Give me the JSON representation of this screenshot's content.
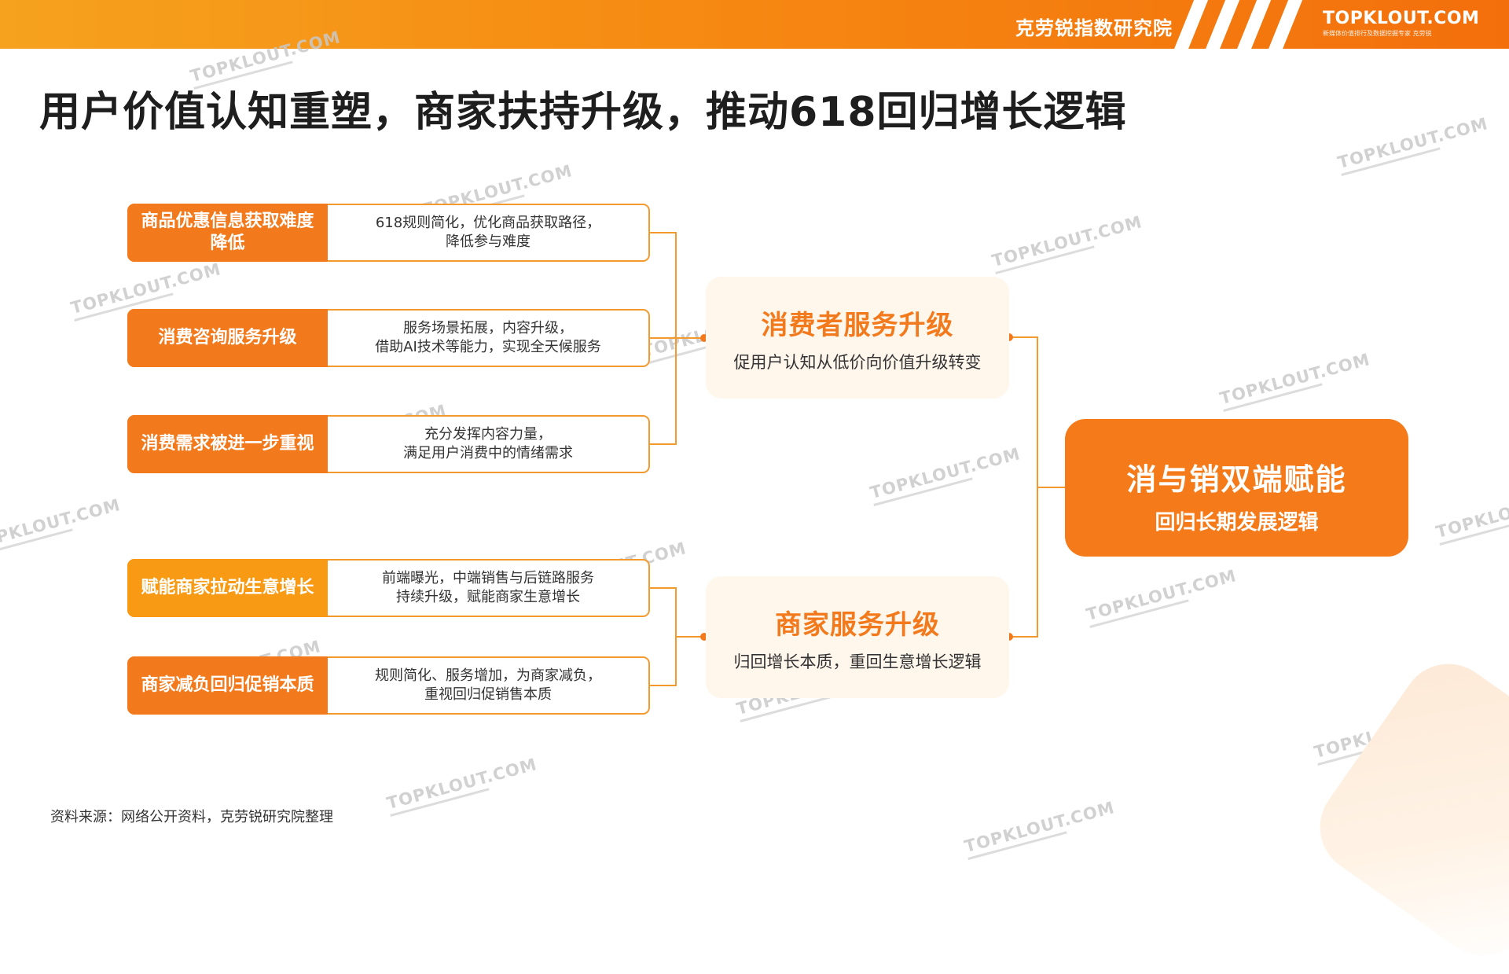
{
  "header": {
    "org_name": "克劳锐指数研究院",
    "logo_text": "TOPKLOUT.COM",
    "logo_sub": "新媒体价值排行及数据挖掘专家 克劳锐"
  },
  "title": "用户价值认知重塑，商家扶持升级，推动618回归增长逻辑",
  "consumer_items": [
    {
      "label": "商品优惠信息获取难度降低",
      "desc_line1": "618规则简化，优化商品获取路径，",
      "desc_line2": "降低参与难度"
    },
    {
      "label": "消费咨询服务升级",
      "desc_line1": "服务场景拓展，内容升级，",
      "desc_line2": "借助AI技术等能力，实现全天候服务"
    },
    {
      "label": "消费需求被进一步重视",
      "desc_line1": "充分发挥内容力量，",
      "desc_line2": "满足用户消费中的情绪需求"
    }
  ],
  "merchant_items": [
    {
      "label": "赋能商家拉动生意增长",
      "desc_line1": "前端曝光，中端销售与后链路服务",
      "desc_line2": "持续升级，赋能商家生意增长"
    },
    {
      "label": "商家减负回归促销本质",
      "desc_line1": "规则简化、服务增加，为商家减负，",
      "desc_line2": "重视回归促销售本质"
    }
  ],
  "consumer_node": {
    "title": "消费者服务升级",
    "subtitle": "促用户认知从低价向价值升级转变"
  },
  "merchant_node": {
    "title": "商家服务升级",
    "subtitle": "归回增长本质，重回生意增长逻辑"
  },
  "final_node": {
    "title": "消与销双端赋能",
    "subtitle": "回归长期发展逻辑"
  },
  "source": "资料来源：网络公开资料，克劳锐研究院整理",
  "watermark": "TOPKLOUT.COM",
  "colors": {
    "accent": "#f37a1c",
    "amber": "#f89a13",
    "border": "#f39a2e",
    "node_bg": "#fff6ec"
  }
}
